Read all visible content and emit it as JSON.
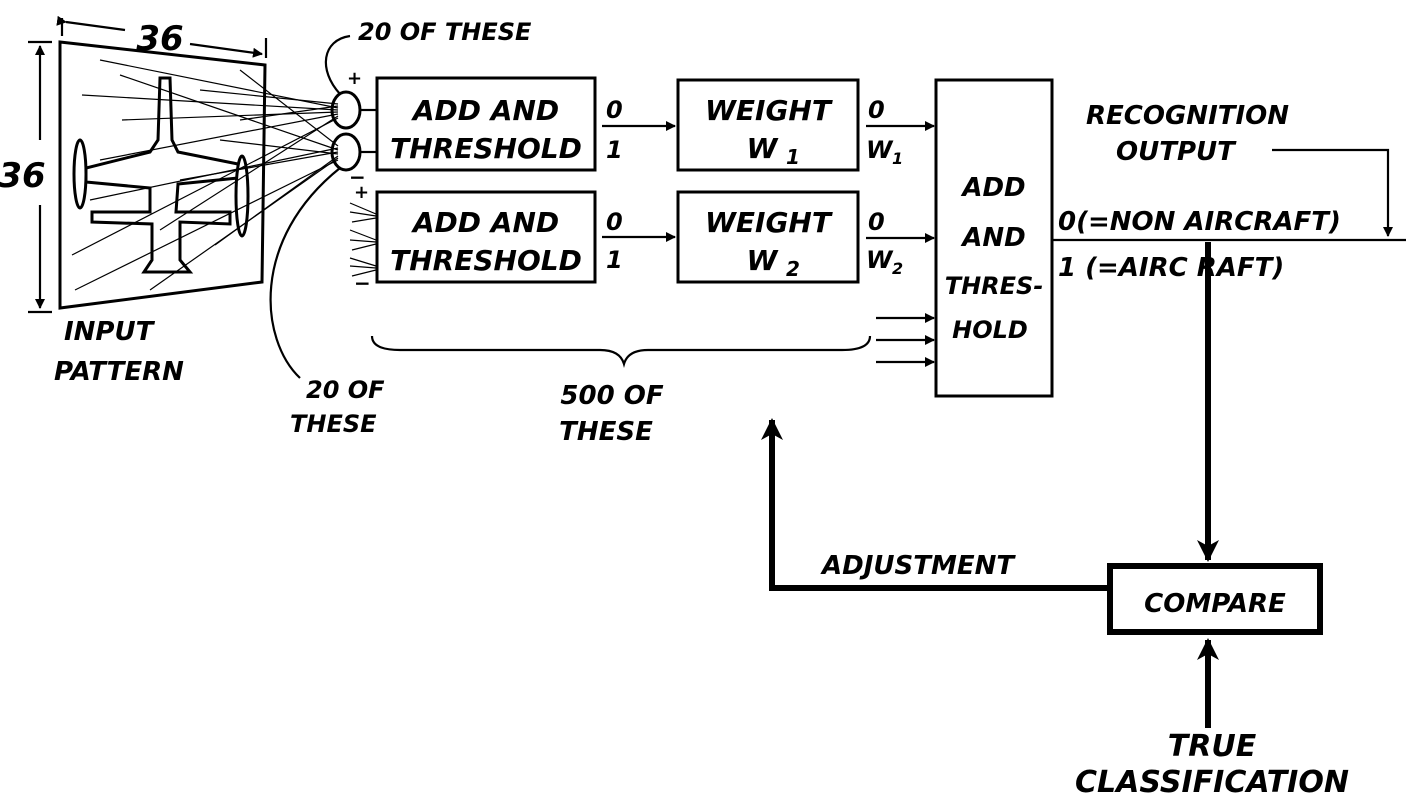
{
  "input_panel": {
    "width_label": "36",
    "height_label": "36",
    "caption_line1": "INPUT",
    "caption_line2": "PATTERN"
  },
  "connections": {
    "top_count": "20 OF THESE",
    "bottom_count_line1": "20 OF",
    "bottom_count_line2": "THESE",
    "plus_sign": "+",
    "minus_sign": "−"
  },
  "units": {
    "unit1": {
      "threshold_line1": "ADD AND",
      "threshold_line2": "THRESHOLD",
      "threshold_out0": "0",
      "threshold_out1": "1",
      "weight_line1": "WEIGHT",
      "weight_line2": "W",
      "weight_sub": "1",
      "weight_out0": "0",
      "weight_out1": "W",
      "weight_out1_sub": "1"
    },
    "unit2": {
      "threshold_line1": "ADD AND",
      "threshold_line2": "THRESHOLD",
      "threshold_out0": "0",
      "threshold_out1": "1",
      "weight_line1": "WEIGHT",
      "weight_line2": "W",
      "weight_sub": "2",
      "weight_out0": "0",
      "weight_out1": "W",
      "weight_out1_sub": "2"
    },
    "count_line1": "500 OF",
    "count_line2": "THESE"
  },
  "final": {
    "line1": "ADD",
    "line2": "AND",
    "line3": "THRES-",
    "line4": "HOLD"
  },
  "output": {
    "title_line1": "RECOGNITION",
    "title_line2": "OUTPUT",
    "value0": "0(=NON AIRCRAFT)",
    "value1": "1 (=AIRC RAFT)"
  },
  "feedback": {
    "adjustment": "ADJUSTMENT",
    "compare": "COMPARE",
    "truth_line1": "TRUE",
    "truth_line2": "CLASSIFICATION"
  }
}
